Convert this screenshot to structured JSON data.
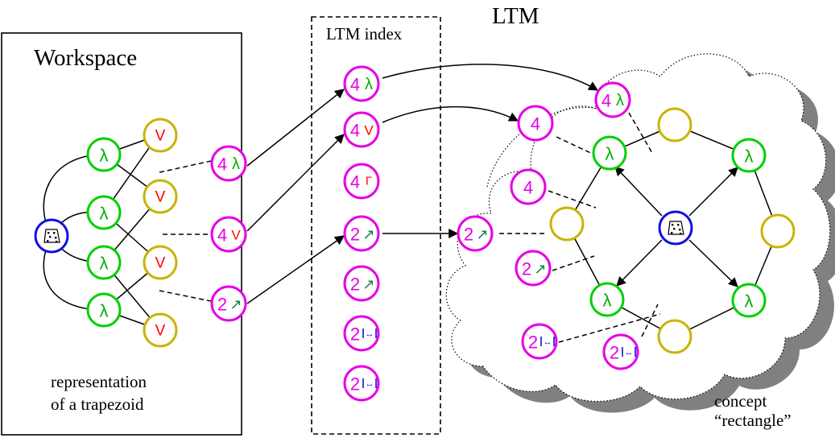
{
  "colors": {
    "lambda": "#00d000",
    "v": "#c8b400",
    "pink": "#e600e6",
    "blue": "#1010e0",
    "red": "#ff0000",
    "green_glyph": "#00b000",
    "arrow_glyph": "#10804a",
    "shadow": "#808080"
  },
  "labels": {
    "workspace": "Workspace",
    "ltm_index": "LTM index",
    "ltm": "LTM",
    "workspace_caption_line1": "representation",
    "workspace_caption_line2": "of a trapezoid",
    "concept_caption_line1": "concept",
    "concept_caption_line2": "“rectangle”"
  },
  "glyphs": {
    "lambda": "λ",
    "vee": "V",
    "four": "4",
    "two": "2",
    "gamma": "Γ",
    "arrow_ne": "↗",
    "double_arrow": "↔"
  },
  "icons": {
    "trapezoid_node": "trapezoid-icon",
    "arrow_ne": "arrow-ne-icon",
    "double_bar_arrow": "bar-arrow-bar-icon"
  }
}
